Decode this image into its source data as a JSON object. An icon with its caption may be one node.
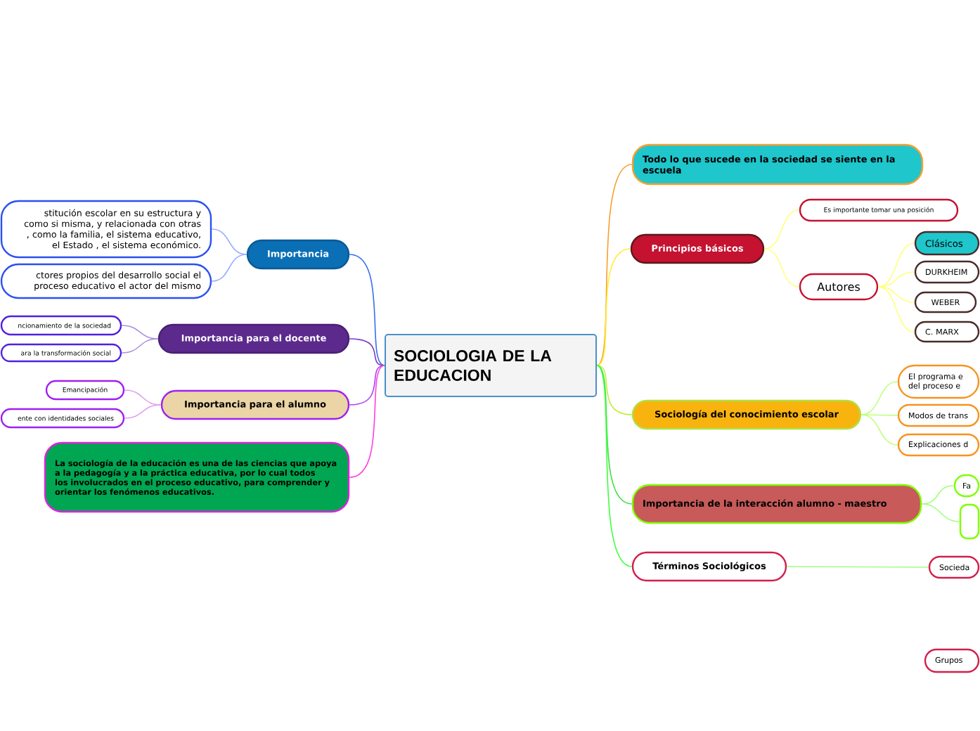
{
  "diagram": {
    "nodes": [
      {
        "text": [
          "SOCIOLOGIA DE LA EDUCACION"
        ]
      },
      {
        "text": [
          "Importancia"
        ]
      },
      {
        "text": [
          "stitución escolar en su estructura y como si misma, y relacionada con otras , como la familia, el sistema educativo, el Estado , el sistema  económico."
        ]
      },
      {
        "text": [
          "ctores propios del desarrollo social el proceso educativo  el actor del mismo"
        ]
      },
      {
        "text": [
          "Importancia para el docente"
        ]
      },
      {
        "text": [
          "ncionamiento de la sociedad"
        ]
      },
      {
        "text": [
          "ara la transformación social"
        ]
      },
      {
        "text": [
          "Importancia para el alumno"
        ]
      },
      {
        "text": [
          "Emancipación"
        ]
      },
      {
        "text": [
          "ente con identidades sociales"
        ]
      },
      {
        "text": [
          "La sociología de la educación es una de las ciencias que apoya a la pedagogía y a la práctica educativa, por lo cual todos los involucrados en el proceso educativo, para comprender y orientar los fenómenos educativos."
        ]
      },
      {
        "text": [
          "Todo lo que sucede en la sociedad se siente en la escuela"
        ]
      },
      {
        "text": [
          "Principios básicos"
        ]
      },
      {
        "text": [
          "Es importante tomar una posición"
        ]
      },
      {
        "text": [
          "Autores"
        ]
      },
      {
        "text": [
          "Clásicos"
        ]
      },
      {
        "text": [
          "DURKHEIM"
        ]
      },
      {
        "text": [
          "WEBER"
        ]
      },
      {
        "text": [
          "C. MARX"
        ]
      },
      {
        "text": [
          "Sociología del conocimiento escolar"
        ]
      },
      {
        "text": [
          "El programa e del proceso e"
        ]
      },
      {
        "text": [
          "Modos de trans"
        ]
      },
      {
        "text": [
          "Explicaciones d"
        ]
      },
      {
        "text": [
          "Importancia de la interacción alumno - maestro"
        ]
      },
      {
        "text": [
          "Fa"
        ]
      },
      {
        "text": [],
        "shape": "box"
      },
      {
        "text": [
          "Términos Sociológicos"
        ]
      },
      {
        "text": [
          "Socieda"
        ]
      },
      {
        "text": [
          "Grupos"
        ]
      }
    ],
    "edges": [
      {
        "from": 0,
        "to": 1,
        "arrow": "none",
        "color": "#3a6ff0"
      },
      {
        "from": 1,
        "to": 2,
        "arrow": "none",
        "color": "#9ab0ff"
      },
      {
        "from": 1,
        "to": 3,
        "arrow": "none",
        "color": "#9ab0ff"
      },
      {
        "from": 0,
        "to": 4,
        "arrow": "none",
        "color": "#7a40c0"
      },
      {
        "from": 4,
        "to": 5,
        "arrow": "none",
        "color": "#a890e0"
      },
      {
        "from": 4,
        "to": 6,
        "arrow": "none",
        "color": "#a890e0"
      },
      {
        "from": 0,
        "to": 7,
        "arrow": "none",
        "color": "#b040f0"
      },
      {
        "from": 7,
        "to": 8,
        "arrow": "none",
        "color": "#e0a0f0"
      },
      {
        "from": 7,
        "to": 9,
        "arrow": "none",
        "color": "#e0a0f0"
      },
      {
        "from": 0,
        "to": 10,
        "arrow": "none",
        "color": "#ff40e0"
      },
      {
        "from": 0,
        "to": 11,
        "arrow": "none",
        "color": "#f7a030"
      },
      {
        "from": 0,
        "to": 12,
        "arrow": "none",
        "color": "#ffee30"
      },
      {
        "from": 12,
        "to": 13,
        "arrow": "none",
        "color": "#ffff80"
      },
      {
        "from": 12,
        "to": 14,
        "arrow": "none",
        "color": "#ffff80"
      },
      {
        "from": 14,
        "to": 15,
        "arrow": "none",
        "color": "#ffff80"
      },
      {
        "from": 14,
        "to": 16,
        "arrow": "none",
        "color": "#ffff80"
      },
      {
        "from": 14,
        "to": 17,
        "arrow": "none",
        "color": "#ffff80"
      },
      {
        "from": 14,
        "to": 18,
        "arrow": "none",
        "color": "#ffff80"
      },
      {
        "from": 0,
        "to": 19,
        "arrow": "none",
        "color": "#c0f040"
      },
      {
        "from": 19,
        "to": 20,
        "arrow": "none",
        "color": "#c0ff80"
      },
      {
        "from": 19,
        "to": 21,
        "arrow": "none",
        "color": "#c0ff80"
      },
      {
        "from": 19,
        "to": 22,
        "arrow": "none",
        "color": "#c0ff80"
      },
      {
        "from": 0,
        "to": 23,
        "arrow": "none",
        "color": "#40e040"
      },
      {
        "from": 23,
        "to": 24,
        "arrow": "none",
        "color": "#a0ff80"
      },
      {
        "from": 23,
        "to": 25,
        "arrow": "none",
        "color": "#a0ff80"
      },
      {
        "from": 0,
        "to": 26,
        "arrow": "none",
        "color": "#40ff40"
      },
      {
        "from": 26,
        "to": 27,
        "arrow": "none",
        "color": "#a0ff80"
      }
    ]
  }
}
